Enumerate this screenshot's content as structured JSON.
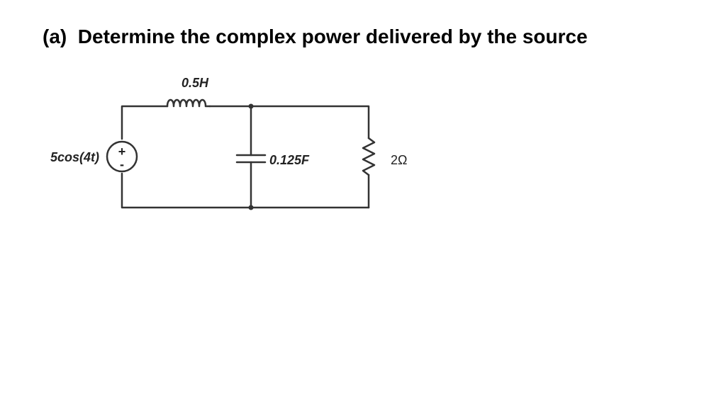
{
  "question": "(a)  Determine the complex power delivered by the source",
  "circuit": {
    "source_label": "5cos(4t)",
    "source_plus": "+",
    "source_minus": "-",
    "inductor_label": "0.5H",
    "capacitor_label": "0.125F",
    "resistor_label": "2Ω"
  }
}
